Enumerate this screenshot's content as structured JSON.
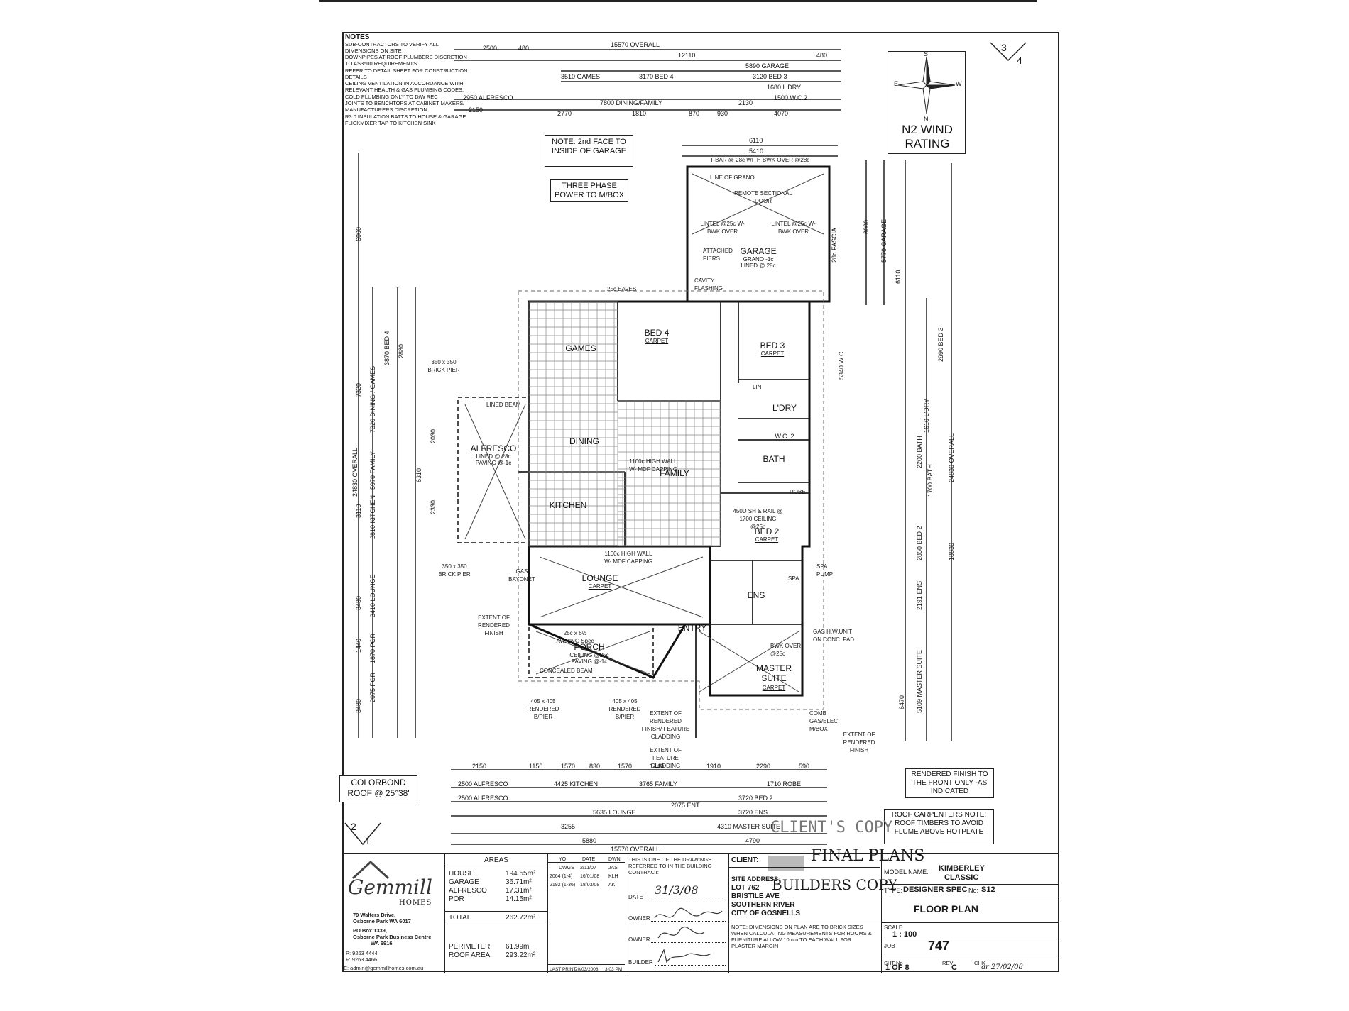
{
  "notes": {
    "heading": "NOTES",
    "items": [
      "SUB-CONTRACTORS TO VERIFY ALL DIMENSIONS ON SITE",
      "DOWNPIPES AT ROOF PLUMBERS DISCRETION TO AS3500 REQUIREMENTS",
      "REFER TO DETAIL SHEET FOR CONSTRUCTION DETAILS",
      "CEILING VENTILATION IN ACCORDANCE WITH RELEVANT HEALTH & GAS PLUMBING CODES.",
      "COLD PLUMBING ONLY TO D/W REC",
      "JOINTS TO BENCHTOPS AT CABINET MAKERS/ MANUFACTURERS DISCRETION",
      "R3.0 INSULATION BATTS TO HOUSE & GARAGE",
      "FLICKMIXER TAP TO KITCHEN SINK"
    ]
  },
  "north": {
    "wind_rating": "N2 WIND RATING",
    "letters": [
      "S",
      "E",
      "W",
      "N"
    ]
  },
  "sheet_ref_top": {
    "a": "3",
    "b": "4"
  },
  "sheet_ref_bottom": {
    "a": "2",
    "b": "1"
  },
  "callouts": {
    "note_garage": "NOTE: 2nd FACE TO INSIDE OF GARAGE",
    "three_phase": "THREE PHASE POWER TO M/BOX",
    "colorbond": "COLORBOND ROOF @ 25°38'",
    "rendered_finish": "RENDERED FINISH TO THE FRONT ONLY -AS INDICATED",
    "roof_carpenters": "ROOF CARPENTERS NOTE: ROOF TIMBERS TO AVOID FLUME ABOVE HOTPLATE",
    "clients_copy": "CLIENT'S COPY"
  },
  "rooms": {
    "games": "GAMES",
    "bed4": "BED 4",
    "bed4_sub": "CARPET",
    "bed3": "BED 3",
    "bed3_sub": "CARPET",
    "garage": "GARAGE",
    "garage_sub1": "GRANO -1c",
    "garage_sub2": "LINED @ 28c",
    "dining": "DINING",
    "family": "FAMILY",
    "alfresco": "ALFRESCO",
    "alfresco_sub1": "LINED @ 28c",
    "alfresco_sub2": "PAVING @-1c",
    "kitchen": "KITCHEN",
    "bath": "BATH",
    "ldry": "L'DRY",
    "wc2": "W.C. 2",
    "bed2": "BED 2",
    "bed2_sub": "CARPET",
    "lounge": "LOUNGE",
    "lounge_sub": "CARPET",
    "ens": "ENS",
    "entry": "ENTRY",
    "porch": "PORCH",
    "porch_sub1": "CEILING @25c",
    "porch_sub2": "PAVING @-1c",
    "master": "MASTER SUITE",
    "master_sub": "CARPET",
    "robe": "ROBE",
    "lin": "LIN",
    "spa": "SPA"
  },
  "labels": {
    "remote_door": "REMOTE SECTIONAL DOOR",
    "line_grano": "LINE OF GRANO",
    "tbar": "T-BAR @ 28c WITH BWK OVER @28c",
    "lintel1": "LINTEL @25c W- BWK OVER",
    "lintel2": "LINTEL @25c W- BWK OVER",
    "attached_piers": "ATTACHED PIERS",
    "cavity_flashing": "CAVITY FLASHING",
    "eaves_25c": "25c EAVES",
    "lined_beam": "LINED BEAM",
    "brick_pier_top": "350 x 350 BRICK PIER",
    "brick_pier_bot": "350 x 350 BRICK PIER",
    "gas_bayonet": "GAS BAYONET",
    "extent_rendered": "EXTENT OF RENDERED FINISH",
    "concealed_beam": "CONCEALED BEAM",
    "rendered_bpier1": "405 x 405 RENDERED B/PIER",
    "rendered_bpier2": "405 x 405 RENDERED B/PIER",
    "extent_feature": "EXTENT OF RENDERED FINISH/ FEATURE CLADDING",
    "extent_cladding": "EXTENT OF FEATURE CLADDING",
    "extent_rendered2": "EXTENT OF RENDERED FINISH",
    "comb_gas": "COMB GAS/ELEC M/BOX",
    "gas_hwu": "GAS H.W.UNIT ON CONC. PAD",
    "spa_pump": "SPA PUMP",
    "high_wall": "1100c HIGH WALL W- MDF CAPPING",
    "high_wall2": "1100c HIGH WALL W- MDF CAPPING",
    "bwk_over": "BWK OVER @25c",
    "sh_rail": "450D SH & RAIL @ 1700 CEILING @25c",
    "awning": "25c x 6½ AWNING Spec"
  },
  "dims_top": [
    "15570 OVERALL",
    "2500",
    "480",
    "12110",
    "480",
    "5890 GARAGE",
    "3510 GAMES",
    "3170 BED 4",
    "3120 BED 3",
    "1680 L'DRY",
    "1500 W.C.2",
    "2950 ALFRESCO",
    "7800 DINING/FAMILY",
    "2130",
    "2150",
    "2770",
    "1810",
    "870",
    "930",
    "4070",
    "6110",
    "5410"
  ],
  "dims_bottom": [
    "2150",
    "1150",
    "1570",
    "830",
    "1570",
    "1440",
    "1910",
    "2290",
    "590",
    "2500 ALFRESCO",
    "4425 KITCHEN",
    "3765 FAMILY",
    "1710 ROBE",
    "3720 BED 2",
    "3720 ENS",
    "4310 MASTER SUITE",
    "2500 ALFRESCO",
    "5635 LOUNGE",
    "2075 ENT",
    "3255",
    "5880",
    "15570 OVERALL",
    "4790"
  ],
  "dims_left": [
    "6000",
    "7320",
    "24830 OVERALL",
    "7320 DINING / GAMES",
    "5970 FAMILY",
    "3110",
    "3480",
    "1440",
    "3480",
    "2810 KITCHEN",
    "3410 LOUNGE",
    "1870 POR",
    "2075 POR",
    "6310",
    "2330",
    "2030",
    "3870 BED 4",
    "2880"
  ],
  "dims_right": [
    "6000",
    "5770 GARAGE",
    "24830 OVERALL",
    "18830",
    "5340 W.C",
    "1610 L'DRY",
    "2200 BATH",
    "1700 BATH",
    "2850 BED 2",
    "2191 ENS",
    "5109 MASTER SUITE",
    "2990 BED 3",
    "6470",
    "6110",
    "28c FASCIA"
  ],
  "title_block": {
    "company": "Gemmill",
    "company_sub": "HOMES",
    "address1": "79 Walters Drive,",
    "address2": "Osborne Park WA 6017",
    "po1": "PO Box 1339,",
    "po2": "Osborne Park Business Centre",
    "po3": "WA 6916",
    "phone": "P: 9263 4444",
    "fax": "F: 9263 4466",
    "email": "E: admin@gemmillhomes.com.au",
    "areas_heading": "AREAS",
    "areas": [
      {
        "name": "HOUSE",
        "value": "194.55m²"
      },
      {
        "name": "GARAGE",
        "value": "36.71m²"
      },
      {
        "name": "ALFRESCO",
        "value": "17.31m²"
      },
      {
        "name": "POR",
        "value": "14.15m²"
      }
    ],
    "total_label": "TOTAL",
    "total_value": "262.72m²",
    "perimeter_label": "PERIMETER",
    "perimeter_value": "61.99m",
    "roof_label": "ROOF AREA",
    "roof_value": "293.22m²",
    "rev_headers": [
      "YO",
      "DATE",
      "DWN"
    ],
    "rev_rows": [
      [
        "DWGS",
        "2/11/07",
        "JAS"
      ],
      [
        "2064 (1-4)",
        "16/01/08",
        "KLH"
      ],
      [
        "2192 (1-36)",
        "18/03/08",
        "AK"
      ]
    ],
    "last_print_label": "LAST PRINT",
    "last_print": "20/03/2008",
    "last_print_time": "3:03 PM",
    "contract_note": "THIS IS ONE OF THE DRAWINGS REFERRED TO IN THE BUILDING CONTRACT:",
    "date_label": "DATE",
    "date_value": "31/3/08",
    "owner_label": "OWNER",
    "owner2_label": "OWNER",
    "builder_label": "BUILDER",
    "client_label": "CLIENT:",
    "final_plans": "FINAL PLANS",
    "builders_copy": "BUILDERS COPY",
    "site_label": "SITE ADDRESS:",
    "site1": "LOT 762",
    "site2": "BRISTILE AVE",
    "site3": "SOUTHERN RIVER",
    "site4": "CITY OF GOSNELLS",
    "dim_note": "NOTE: DIMENSIONS ON PLAN ARE TO BRICK SIZES WHEN CALCULATING MEASUREMENTS FOR ROOMS & FURNITURE ALLOW 10mm TO EACH WALL FOR PLASTER MARGIN",
    "model_label": "MODEL NAME:",
    "model_value1": "KIMBERLEY",
    "model_value2": "CLASSIC",
    "type_label": "TYPE:",
    "type_value": "DESIGNER SPEC",
    "no_label": "No:",
    "no_value": "S12",
    "drawing_title": "FLOOR PLAN",
    "scale_label": "SCALE",
    "scale_value": "1 : 100",
    "job_label": "JOB",
    "job_value": "747",
    "sht_label": "SHT No",
    "sht_value": "1 OF 8",
    "rev_label": "REV",
    "rev_value": "C",
    "chk_label": "CHK",
    "chk_value": "ar 27/02/08"
  }
}
